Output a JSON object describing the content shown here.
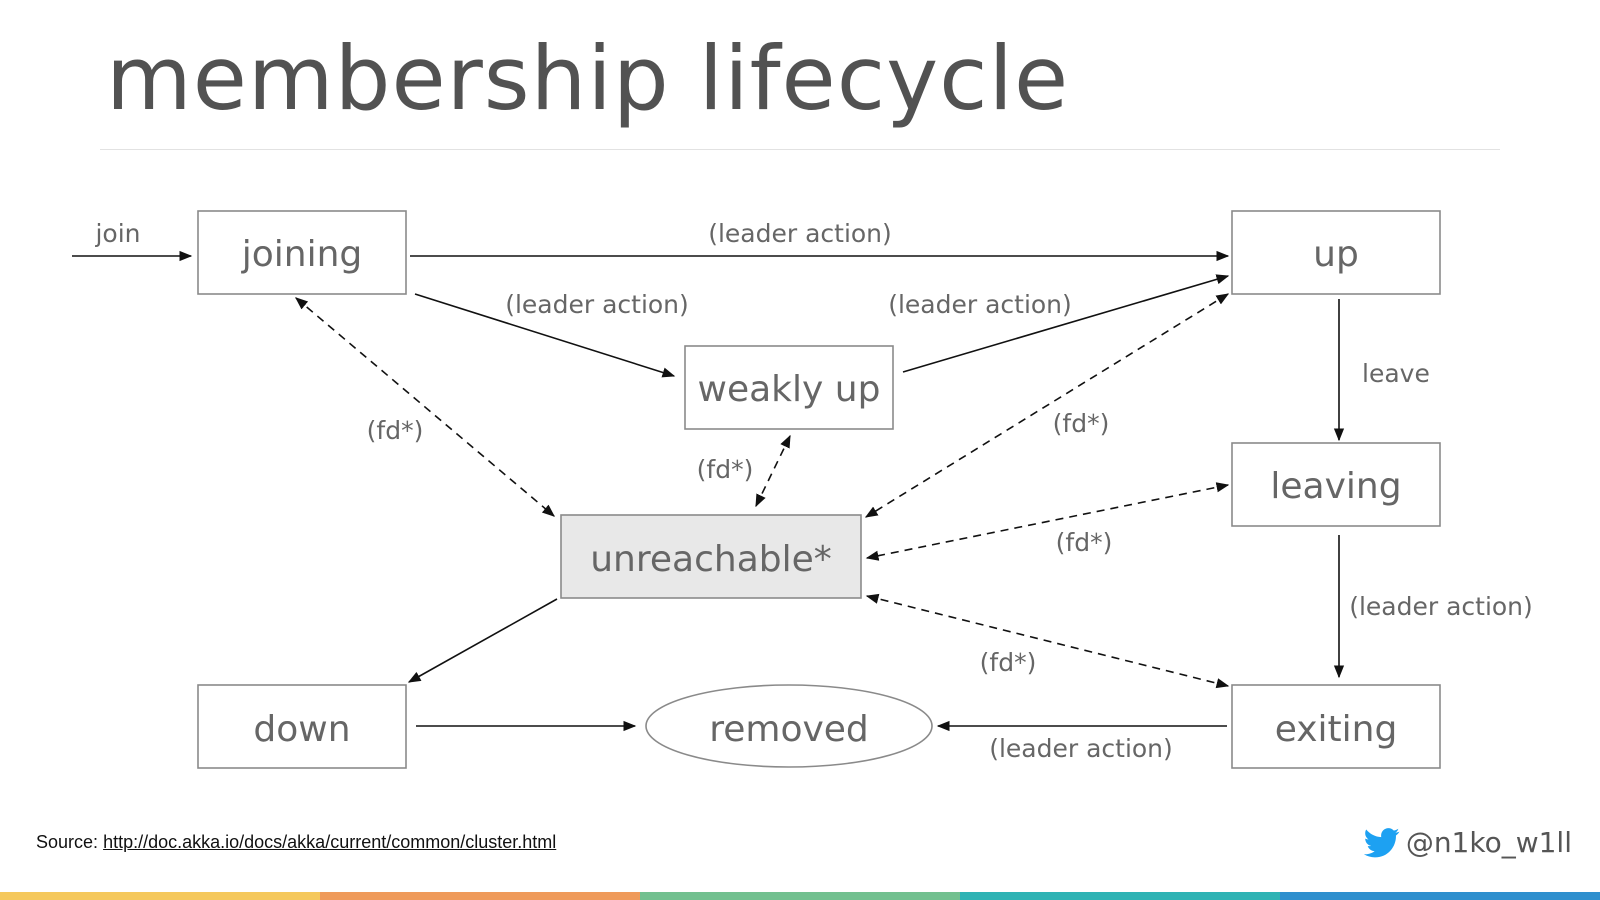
{
  "title": "membership lifecycle",
  "states": {
    "joining": "joining",
    "up": "up",
    "weakly_up": "weakly up",
    "leaving": "leaving",
    "unreachable": "unreachable*",
    "down": "down",
    "removed": "removed",
    "exiting": "exiting"
  },
  "edge_labels": {
    "join": "join",
    "joining_to_up": "(leader action)",
    "joining_to_weakly_up": "(leader action)",
    "weakly_up_to_up": "(leader action)",
    "up_to_leaving": "leave",
    "joining_fd": "(fd*)",
    "weakly_up_fd": "(fd*)",
    "up_fd": "(fd*)",
    "leaving_fd": "(fd*)",
    "leaving_to_exiting": "(leader action)",
    "exiting_fd": "(fd*)",
    "exiting_to_removed": "(leader action)"
  },
  "footer": {
    "source_prefix": "Source:",
    "source_url": "http://doc.akka.io/docs/akka/current/common/cluster.html",
    "handle": "@n1ko_w1ll"
  },
  "icons": {
    "twitter": "twitter-bird-icon"
  },
  "colors": {
    "title": "#525252",
    "state_border": "#8a8a8a",
    "unreachable_fill": "#e8e8e8",
    "twitter": "#1da1f2",
    "footer_bar": [
      "#f5c85c",
      "#ef9a5a",
      "#72c08f",
      "#2eb3b4",
      "#2e8fce"
    ]
  }
}
